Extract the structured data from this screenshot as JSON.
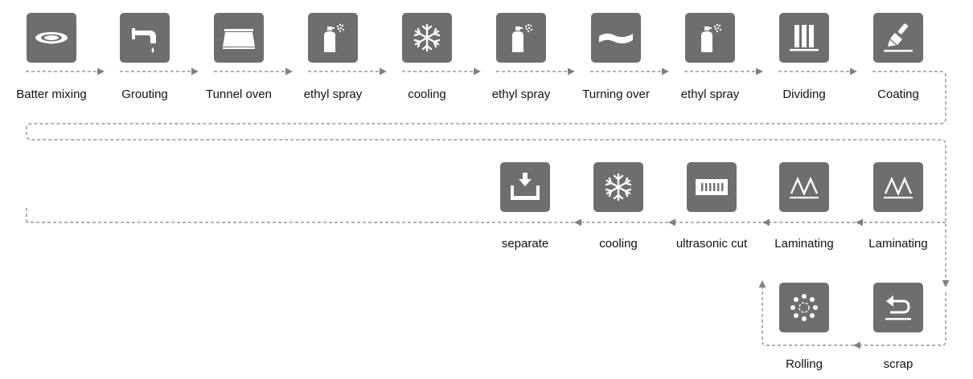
{
  "colors": {
    "tile": "#6e6e6e",
    "icon": "#ffffff",
    "connector": "#808080",
    "text": "#111111"
  },
  "steps": [
    {
      "id": "batter-mixing",
      "label": "Batter mixing",
      "icon": "mixing-bowl-icon"
    },
    {
      "id": "grouting",
      "label": "Grouting",
      "icon": "faucet-icon"
    },
    {
      "id": "tunnel-oven",
      "label": "Tunnel oven",
      "icon": "oven-icon"
    },
    {
      "id": "ethyl-spray-1",
      "label": "ethyl spray",
      "icon": "spray-bottle-icon"
    },
    {
      "id": "cooling-1",
      "label": "cooling",
      "icon": "snowflake-icon"
    },
    {
      "id": "ethyl-spray-2",
      "label": "ethyl spray",
      "icon": "spray-bottle-icon"
    },
    {
      "id": "turning-over",
      "label": "Turning over",
      "icon": "wave-icon"
    },
    {
      "id": "ethyl-spray-3",
      "label": "ethyl spray",
      "icon": "spray-bottle-icon"
    },
    {
      "id": "dividing",
      "label": "Dividing",
      "icon": "bars-icon"
    },
    {
      "id": "coating",
      "label": "Coating",
      "icon": "brush-icon"
    },
    {
      "id": "laminating-1",
      "label": "Laminating",
      "icon": "zigzag-icon"
    },
    {
      "id": "laminating-2",
      "label": "Laminating",
      "icon": "zigzag-icon"
    },
    {
      "id": "ultrasonic-cut",
      "label": "ultrasonic cut",
      "icon": "ultrasonic-icon"
    },
    {
      "id": "cooling-2",
      "label": "cooling",
      "icon": "snowflake-icon"
    },
    {
      "id": "separate",
      "label": "separate",
      "icon": "tray-arrow-icon"
    },
    {
      "id": "scrap",
      "label": "scrap",
      "icon": "return-icon"
    },
    {
      "id": "rolling",
      "label": "Rolling",
      "icon": "dots-ring-icon"
    }
  ]
}
